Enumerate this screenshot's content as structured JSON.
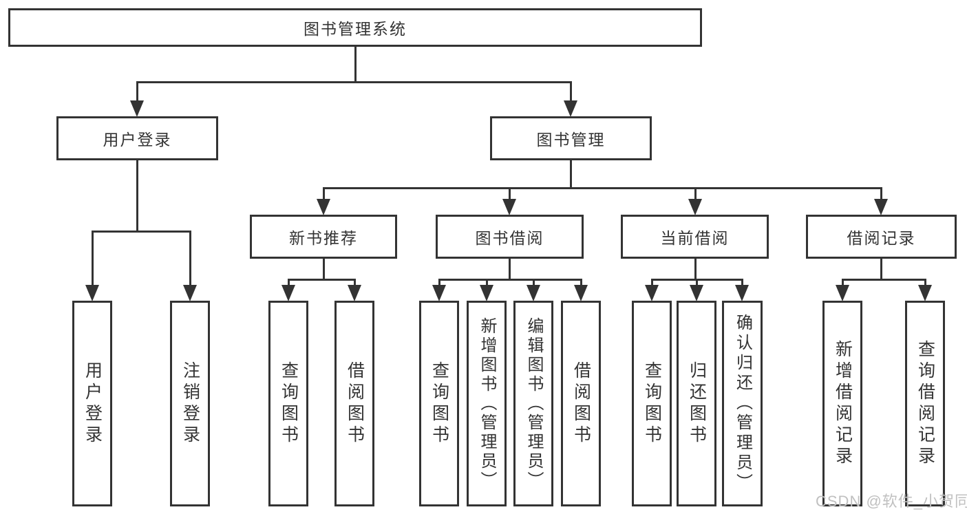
{
  "root": {
    "label": "图书管理系统"
  },
  "level2": [
    {
      "label": "用户登录"
    },
    {
      "label": "图书管理"
    }
  ],
  "level3": [
    {
      "label": "新书推荐"
    },
    {
      "label": "图书借阅"
    },
    {
      "label": "当前借阅"
    },
    {
      "label": "借阅记录"
    }
  ],
  "leaves": [
    {
      "label": "用户登录"
    },
    {
      "label": "注销登录"
    },
    {
      "label": "查询图书"
    },
    {
      "label": "借阅图书"
    },
    {
      "label": "查询图书"
    },
    {
      "label": "新增图书（管理员）"
    },
    {
      "label": "编辑图书（管理员）"
    },
    {
      "label": "借阅图书"
    },
    {
      "label": "查询图书"
    },
    {
      "label": "归还图书"
    },
    {
      "label": "确认归还（管理员）"
    },
    {
      "label": "新增借阅记录"
    },
    {
      "label": "查询借阅记录"
    }
  ],
  "watermark": "CSDN @软件_小贺同学",
  "colors": {
    "line": "#333333",
    "text": "#333333",
    "watermark": "#c0c0c0",
    "background": "#ffffff"
  }
}
